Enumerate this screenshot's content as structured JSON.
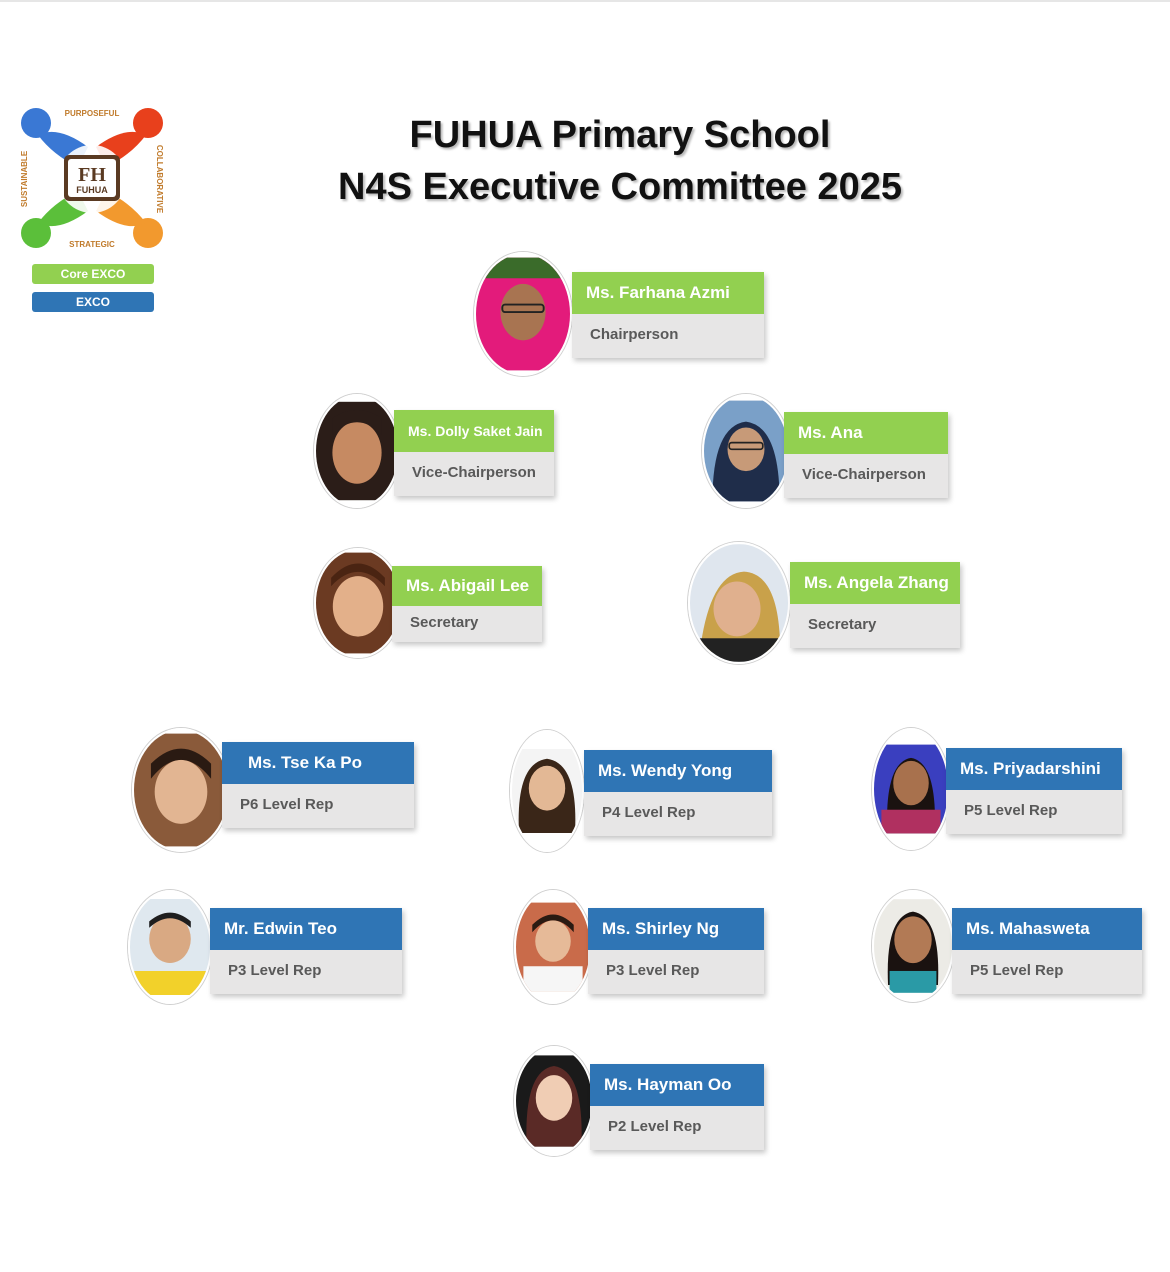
{
  "colors": {
    "core": "#92d050",
    "exco": "#2f75b5",
    "role_bg": "#e7e6e6"
  },
  "logo": {
    "text_top": "PURPOSEFUL",
    "text_right": "COLLABORATIVE",
    "text_bottom": "STRATEGIC",
    "text_left": "SUSTAINABLE",
    "center": "FUHUA",
    "monogram": "FH"
  },
  "legend": {
    "core": "Core EXCO",
    "exco": "EXCO"
  },
  "title": {
    "line1": "FUHUA Primary School",
    "line2": "N4S Executive Committee 2025"
  },
  "members": [
    {
      "name": "Ms. Farhana Azmi",
      "role": "Chairperson",
      "group": "core"
    },
    {
      "name": "Ms. Dolly Saket Jain",
      "role": "Vice-Chairperson",
      "group": "core"
    },
    {
      "name": "Ms. Ana",
      "role": "Vice-Chairperson",
      "group": "core"
    },
    {
      "name": "Ms. Abigail Lee",
      "role": "Secretary",
      "group": "core"
    },
    {
      "name": "Ms. Angela Zhang",
      "role": "Secretary",
      "group": "core"
    },
    {
      "name": "Ms. Tse Ka Po",
      "role": "P6 Level Rep",
      "group": "exco"
    },
    {
      "name": "Ms. Wendy Yong",
      "role": "P4 Level Rep",
      "group": "exco"
    },
    {
      "name": "Ms. Priyadarshini",
      "role": "P5 Level Rep",
      "group": "exco"
    },
    {
      "name": "Mr. Edwin Teo",
      "role": "P3 Level Rep",
      "group": "exco"
    },
    {
      "name": "Ms. Shirley Ng",
      "role": "P3 Level Rep",
      "group": "exco"
    },
    {
      "name": "Ms. Mahasweta",
      "role": "P5 Level Rep",
      "group": "exco"
    },
    {
      "name": "Ms. Hayman Oo",
      "role": "P2 Level Rep",
      "group": "exco"
    }
  ]
}
